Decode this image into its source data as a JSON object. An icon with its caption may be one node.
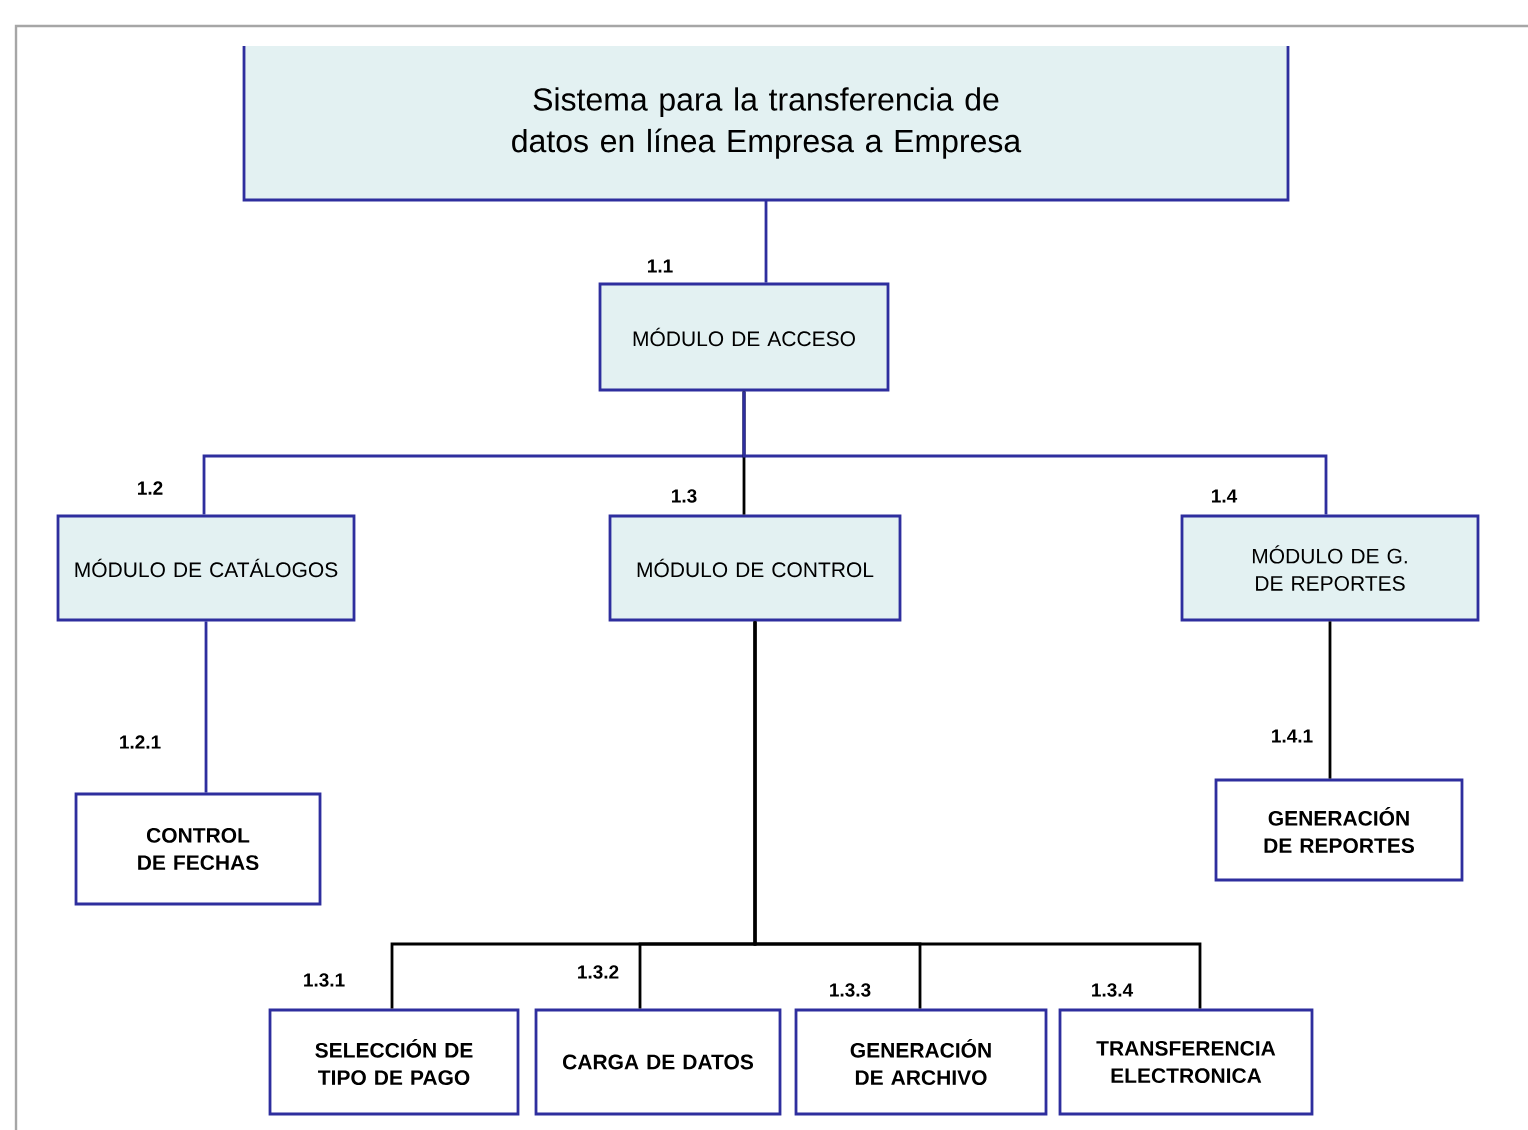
{
  "diagram": {
    "nodes": [
      {
        "text": [
          "Sistema para la transferencia de datos en línea Empresa a Empresa"
        ]
      },
      {
        "text": [
          "MÓDULO DE ACCESO"
        ],
        "beside": [
          "1.1"
        ]
      },
      {
        "text": [
          "MÓDULO DE CATÁLOGOS"
        ],
        "beside": [
          "1.2"
        ]
      },
      {
        "text": [
          "MÓDULO DE CONTROL"
        ],
        "beside": [
          "1.3"
        ]
      },
      {
        "text": [
          "MÓDULO DE G. DE REPORTES"
        ],
        "beside": [
          "1.4"
        ]
      },
      {
        "text": [
          "CONTROL DE FECHAS"
        ],
        "beside": [
          "1.2.1"
        ]
      },
      {
        "text": [
          "GENERACIÓN DE REPORTES"
        ],
        "beside": [
          "1.4.1"
        ]
      },
      {
        "text": [
          "SELECCIÓN DE TIPO DE PAGO"
        ],
        "beside": [
          "1.3.1"
        ]
      },
      {
        "text": [
          "CARGA DE DATOS"
        ],
        "beside": [
          "1.3.2"
        ]
      },
      {
        "text": [
          "GENERACIÓN DE ARCHIVO"
        ],
        "beside": [
          "1.3.3"
        ]
      },
      {
        "text": [
          "TRANSFERENCIA ELECTRONICA"
        ],
        "beside": [
          "1.3.4"
        ]
      }
    ],
    "edges": [
      {
        "from": 0,
        "to": 1,
        "arrow": "none",
        "color": "#2e2e9e"
      },
      {
        "from": 1,
        "to": 2,
        "arrow": "none",
        "color": "#2e2e9e"
      },
      {
        "from": 1,
        "to": 3,
        "arrow": "none"
      },
      {
        "from": 1,
        "to": 4,
        "arrow": "none",
        "color": "#2e2e9e"
      },
      {
        "from": 2,
        "to": 5,
        "arrow": "none",
        "color": "#2e2e9e"
      },
      {
        "from": 4,
        "to": 6,
        "arrow": "none"
      },
      {
        "from": 3,
        "to": 7,
        "arrow": "none"
      },
      {
        "from": 3,
        "to": 8,
        "arrow": "none"
      },
      {
        "from": 3,
        "to": 9,
        "arrow": "none"
      },
      {
        "from": 3,
        "to": 10,
        "arrow": "none"
      }
    ]
  }
}
